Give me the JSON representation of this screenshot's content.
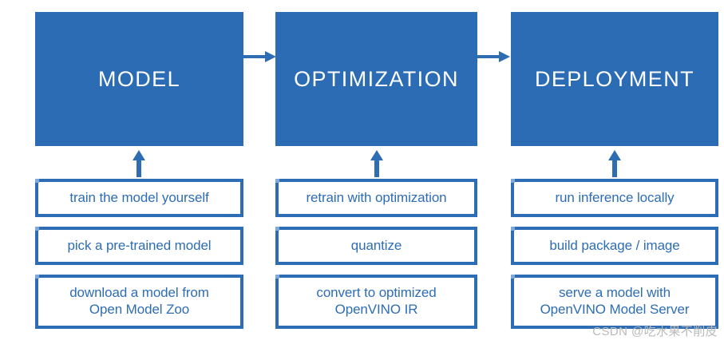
{
  "diagram": {
    "colors": {
      "stage_fill": "#2B6CB5",
      "stage_text": "#ffffff",
      "box_border": "#2E6DB4",
      "box_fill": "#ffffff",
      "box_text": "#2E6DB4",
      "arrow": "#2E6DB4",
      "watermark_text": "#b9b9b9"
    },
    "stages": [
      {
        "id": "model",
        "label": "MODEL"
      },
      {
        "id": "optimization",
        "label": "OPTIMIZATION"
      },
      {
        "id": "deployment",
        "label": "DEPLOYMENT"
      }
    ],
    "connectors": {
      "horizontal": [
        {
          "id": "model-to-optimization",
          "icon": "arrow-right-icon"
        },
        {
          "id": "optimization-to-deployment",
          "icon": "arrow-right-icon"
        }
      ],
      "vertical": [
        {
          "id": "model-options-up",
          "icon": "arrow-up-icon"
        },
        {
          "id": "optimization-options-up",
          "icon": "arrow-up-icon"
        },
        {
          "id": "deployment-options-up",
          "icon": "arrow-up-icon"
        }
      ]
    },
    "options": {
      "model": [
        "train the model yourself",
        "pick a pre-trained model",
        "download a model from\nOpen Model Zoo"
      ],
      "optimization": [
        "retrain with optimization",
        "quantize",
        "convert to optimized\nOpenVINO IR"
      ],
      "deployment": [
        "run inference locally",
        "build package / image",
        "serve a model with\nOpenVINO Model Server"
      ]
    },
    "watermark": "CSDN @吃水果不削皮"
  }
}
